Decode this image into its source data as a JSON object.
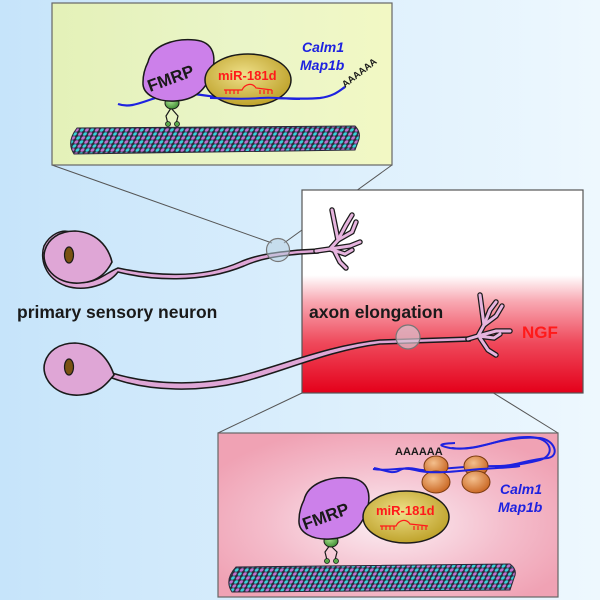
{
  "labels": {
    "neuron": "primary sensory neuron",
    "axon_elongation": "axon elongation",
    "ngf": "NGF"
  },
  "top_inset": {
    "protein": "FMRP",
    "mirna": "miR-181d",
    "gene1": "Calm1",
    "gene2": "Map1b",
    "polya": "AAAAAA"
  },
  "bottom_inset": {
    "protein": "FMRP",
    "mirna": "miR-181d",
    "gene1": "Calm1",
    "gene2": "Map1b",
    "polya": "AAAAAA"
  },
  "colors": {
    "background_left": "#c6e4fa",
    "background_right": "#eef8fe",
    "top_inset_fill": "#e6f2c0",
    "bottom_inset_fill": "#f0a8b8",
    "ngf_red": "#e8001c",
    "neuron_fill": "#dfa6d6",
    "fmrp_fill": "#cc80ea",
    "mirna_fill": "#c9b23a",
    "mrna_blue": "#1e22e0",
    "text_red": "#ff1a1a",
    "ribosome": "#d8782e",
    "kinesin_green": "#5aaa4a",
    "tubulin_cyan": "#3ad0d8",
    "tubulin_magenta": "#c070d0"
  }
}
